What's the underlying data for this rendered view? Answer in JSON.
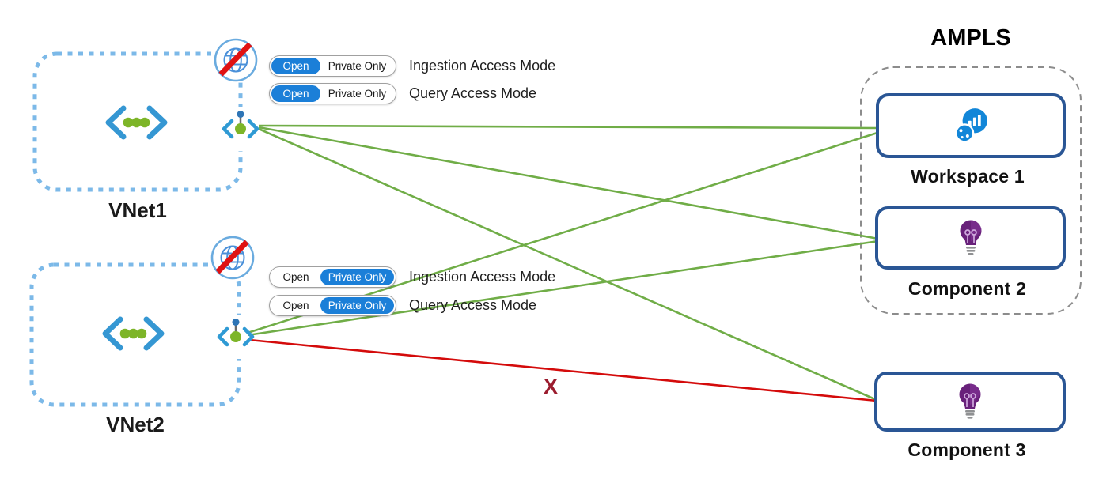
{
  "ampls": {
    "title": "AMPLS",
    "workspace1_label": "Workspace 1",
    "component2_label": "Component 2"
  },
  "component3_label": "Component 3",
  "vnet1": {
    "name": "VNet1",
    "ingestion_selected": "Open",
    "query_selected": "Open"
  },
  "vnet2": {
    "name": "VNet2",
    "ingestion_selected": "Private Only",
    "query_selected": "Private Only"
  },
  "toggle_options": {
    "open": "Open",
    "private_only": "Private Only"
  },
  "mode_labels": {
    "ingestion": "Ingestion Access Mode",
    "query": "Query Access Mode"
  },
  "blocked_marker": "X",
  "connections": [
    {
      "from": "VNet1",
      "to": "Workspace 1",
      "status": "allowed"
    },
    {
      "from": "VNet1",
      "to": "Component 2",
      "status": "allowed"
    },
    {
      "from": "VNet1",
      "to": "Component 3",
      "status": "allowed"
    },
    {
      "from": "VNet2",
      "to": "Workspace 1",
      "status": "allowed"
    },
    {
      "from": "VNet2",
      "to": "Component 2",
      "status": "allowed"
    },
    {
      "from": "VNet2",
      "to": "Component 3",
      "status": "blocked"
    }
  ],
  "colors": {
    "allowed_line": "#70ad47",
    "blocked_line": "#d40b0b",
    "blocked_marker": "#9b1c2e",
    "resource_border": "#2a5695",
    "vnet_border": "#7cb9e8",
    "ampls_border": "#8c8c8c",
    "toggle_selected": "#1b7fd8",
    "workspace_icon": "#1286d8",
    "app_insights_icon": "#68217a",
    "no_internet_slash": "#e01212"
  },
  "icons": {
    "vnet": "virtual-network-icon",
    "private_endpoint": "private-endpoint-icon",
    "no_internet": "globe-blocked-icon",
    "workspace": "log-analytics-workspace-icon",
    "component": "app-insights-bulb-icon"
  }
}
